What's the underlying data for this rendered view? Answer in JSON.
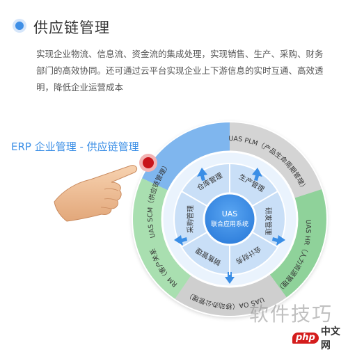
{
  "header": {
    "title": "供应链管理"
  },
  "description": "实现企业物流、信息流、资金流的集成处理，实现销售、生产、采购、财务部门的高效协同。还可通过云平台实现企业上下游信息的实时互通、高效透明，降低企业运营成本",
  "callout": {
    "label": "ERP 企业管理 - 供应链管理"
  },
  "diagram": {
    "center": {
      "line1": "UAS",
      "line2": "联合应用系统"
    },
    "outer": [
      {
        "label": "UAS SCM（供应链管理）"
      },
      {
        "label": "UAS PLM（产品生命周期管理）"
      },
      {
        "label": "UAS HR（人力资源管理）"
      },
      {
        "label": "UAS OA（移动办公管理）"
      },
      {
        "label": "UAS CRM（客户关系管理）"
      }
    ],
    "inner": [
      {
        "label": "仓库管理"
      },
      {
        "label": "生产管理"
      },
      {
        "label": "研发管理"
      },
      {
        "label": "会计财务"
      },
      {
        "label": "销售管理"
      },
      {
        "label": "采购管理"
      }
    ]
  },
  "watermark": "软件技巧",
  "badge": {
    "logo": "php",
    "site": "中文网"
  }
}
